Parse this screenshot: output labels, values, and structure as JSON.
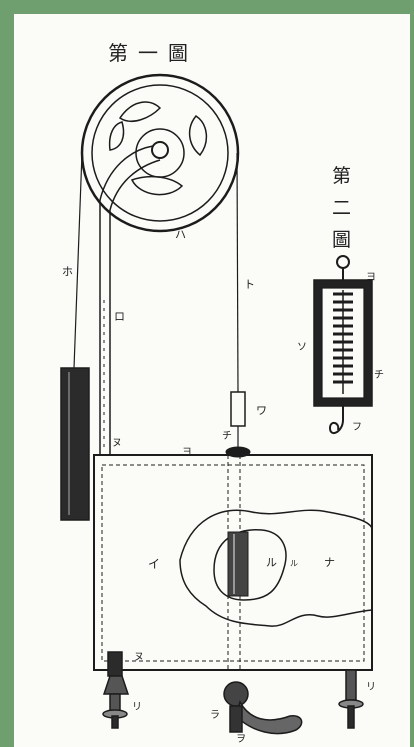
{
  "figure_titles": {
    "fig1": "第一圖",
    "fig2_chars": [
      "第",
      "二",
      "圖"
    ]
  },
  "labels": {
    "wheel": "ハ",
    "left_weight_cord": "ホ",
    "tube": "ロ",
    "right_cord": "ト",
    "valve_top_left": "ヌ",
    "top_seam": "ヨ",
    "right_connector": "チ",
    "right_weight": "ワ",
    "tank_left": "イ",
    "tank_inner": "ル",
    "tank_right": "ナ",
    "faucet_left": "ヌ",
    "leg_left": "リ",
    "leg_right": "リ",
    "bottom_crank": "ラ",
    "bottom_crank2": "ヲ",
    "fig2_top": "ヨ",
    "fig2_side": "ソ",
    "fig2_mid": "チ",
    "fig2_bottom": "フ",
    "tiny_mark": "ル"
  },
  "colors": {
    "border": "#6f9f6f",
    "ink": "#1c1c1c",
    "paper": "#fbfbf8"
  }
}
